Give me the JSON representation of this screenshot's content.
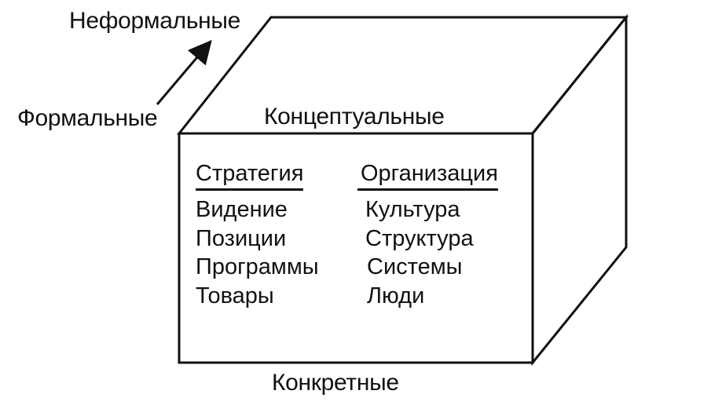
{
  "labels": {
    "top_axis": "Неформальные",
    "front_axis": "Формальные",
    "top_face": "Концептуальные",
    "bottom_face": "Конкретные"
  },
  "strategy": {
    "title": "Стратегия",
    "items": [
      "Видение",
      "Позиции",
      "Программы",
      "Товары"
    ]
  },
  "organization": {
    "title": "Организация",
    "items": [
      "Культура",
      "Структура",
      "Системы",
      "Люди"
    ]
  },
  "colors": {
    "line": "#111111",
    "background": "#ffffff"
  }
}
